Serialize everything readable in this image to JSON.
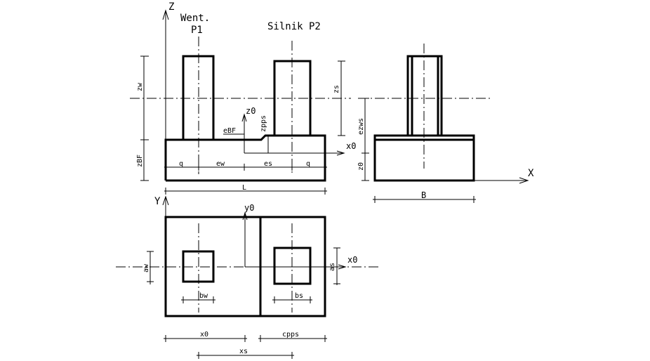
{
  "labels": {
    "fan": "Went.",
    "fan_id": "P1",
    "motor": "Silnik P2",
    "axis_z": "Z",
    "axis_y": "Y",
    "axis_x": "X",
    "z0": "z0",
    "y0": "y0",
    "x0_right": "x0",
    "x0_plan": "x0",
    "zw": "zw",
    "zbf": "zBF",
    "zs": "zs",
    "ezws": "ezws",
    "z0_side": "z0",
    "ebf": "eBF",
    "zpps": "zpps",
    "q_left": "q",
    "ew": "ew",
    "es": "es",
    "q_right": "q",
    "L": "L",
    "B": "B",
    "aw": "aw",
    "as": "as",
    "bw": "bw",
    "bs": "bs",
    "x0_dim": "x0",
    "cpps": "cpps",
    "xs": "xs"
  }
}
